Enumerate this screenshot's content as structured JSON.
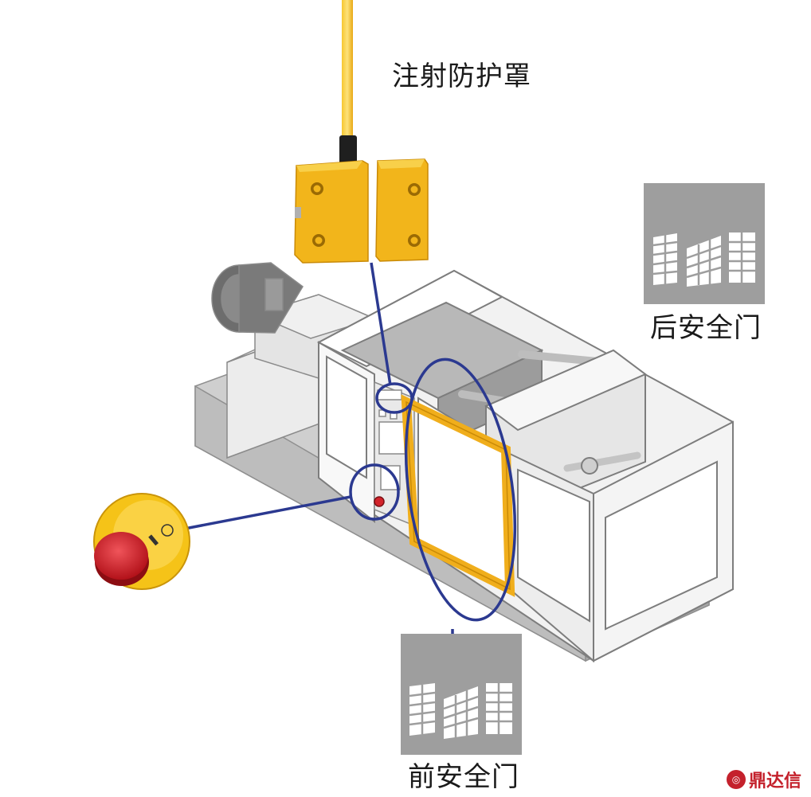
{
  "labels": {
    "injection_guard": "注射防护罩",
    "rear_safety_door": "后安全门",
    "front_safety_door": "前安全门"
  },
  "watermark": {
    "text": "鼎达信"
  },
  "colors": {
    "callout_line": "#2b3990",
    "sensor_yellow": "#f2b51b",
    "door_frame": "#f0ae1c",
    "estop_red": "#d2232a",
    "machine_grey": "#dcdcdc",
    "icon_panel": "#9e9e9e"
  },
  "icons": [
    "sensor-icon",
    "door-icon",
    "emergency-stop-icon"
  ]
}
